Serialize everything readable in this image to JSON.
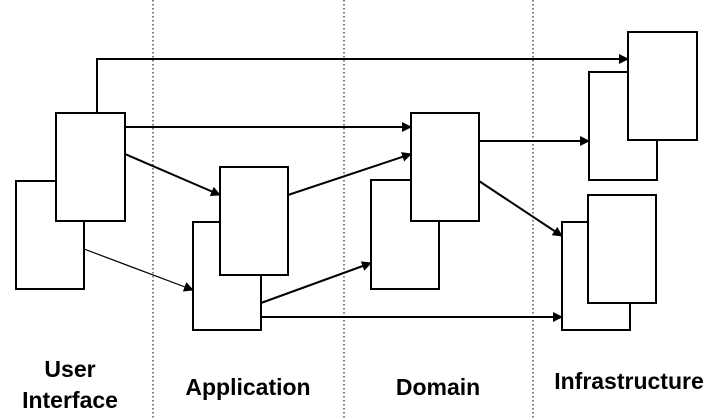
{
  "layers": [
    {
      "id": "user-interface",
      "label_lines": [
        "User",
        "Interface"
      ]
    },
    {
      "id": "application",
      "label_lines": [
        "Application"
      ]
    },
    {
      "id": "domain",
      "label_lines": [
        "Domain"
      ]
    },
    {
      "id": "infrastructure",
      "label_lines": [
        "Infrastructure"
      ]
    }
  ],
  "colors": {
    "line": "#000000",
    "box_fill": "#ffffff",
    "background": "#ffffff"
  }
}
